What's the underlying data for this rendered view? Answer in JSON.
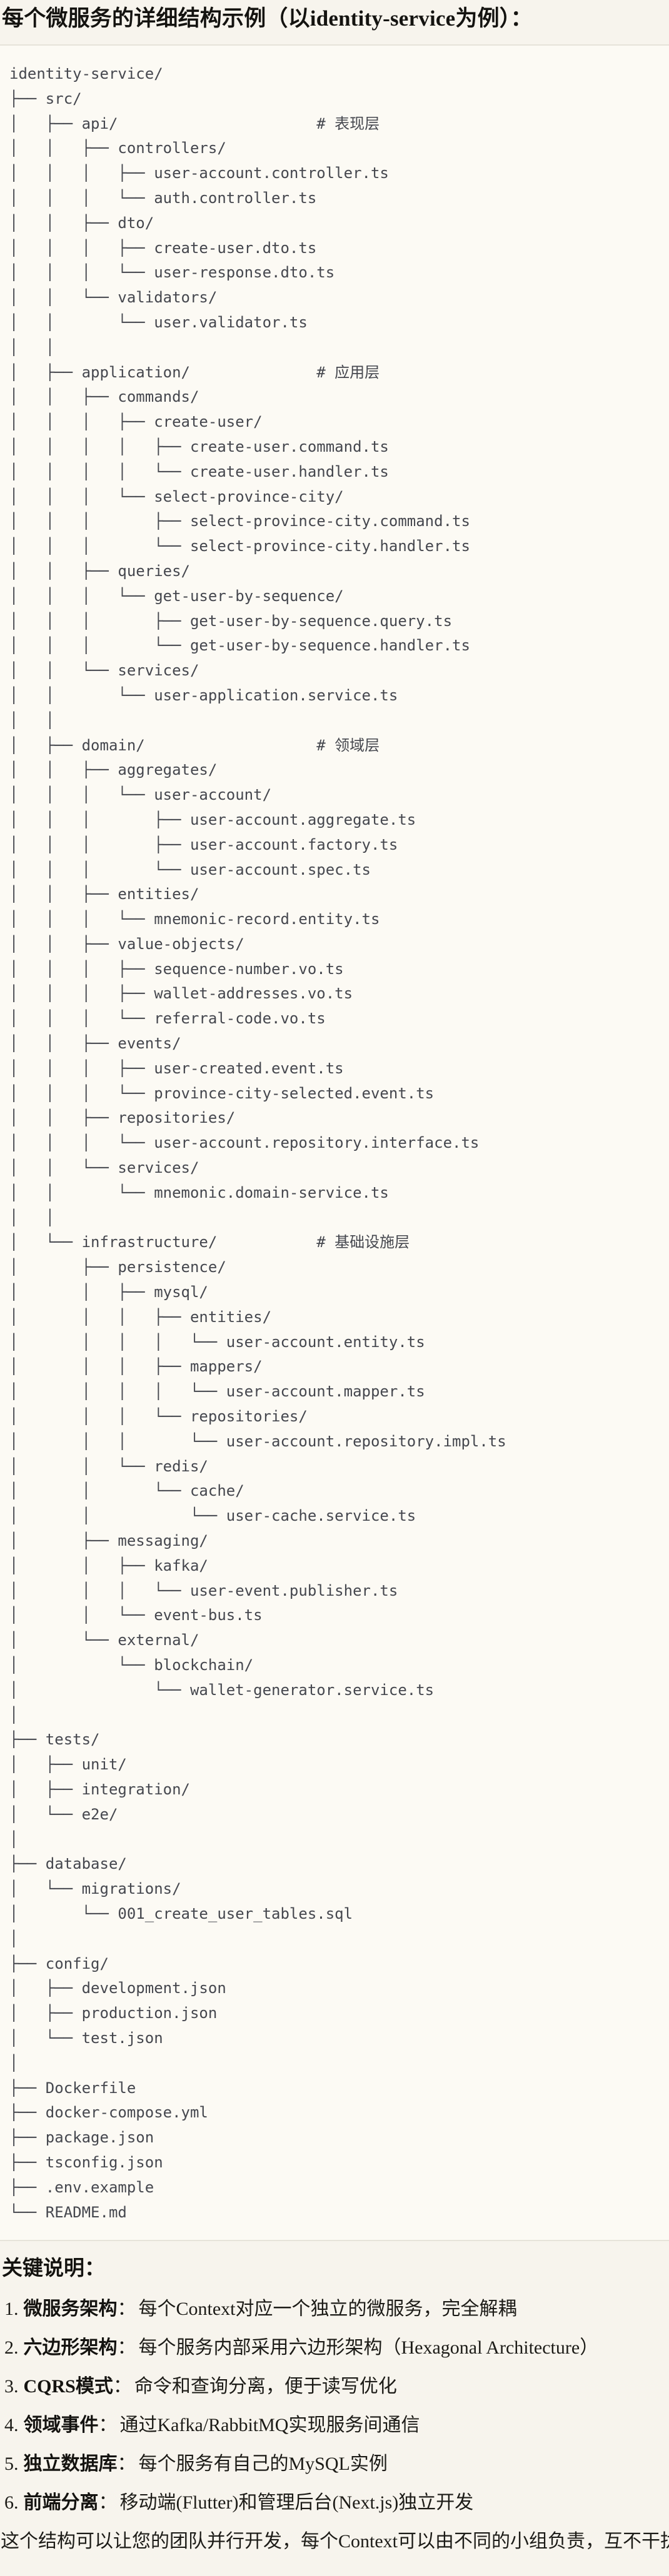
{
  "title": "每个微服务的详细结构示例（以identity-service为例）：",
  "colors": {
    "page_bg": "#f7f4ed",
    "code_bg": "#fcfaf4",
    "code_border": "#e6e3d9",
    "code_text": "#45474e",
    "body_text": "#1c1b17"
  },
  "code_block": {
    "tree_lines": [
      "identity-service/",
      "├── src/",
      "│   ├── api/                      # 表现层",
      "│   │   ├── controllers/",
      "│   │   │   ├── user-account.controller.ts",
      "│   │   │   └── auth.controller.ts",
      "│   │   ├── dto/",
      "│   │   │   ├── create-user.dto.ts",
      "│   │   │   └── user-response.dto.ts",
      "│   │   └── validators/",
      "│   │       └── user.validator.ts",
      "│   │",
      "│   ├── application/              # 应用层",
      "│   │   ├── commands/",
      "│   │   │   ├── create-user/",
      "│   │   │   │   ├── create-user.command.ts",
      "│   │   │   │   └── create-user.handler.ts",
      "│   │   │   └── select-province-city/",
      "│   │   │       ├── select-province-city.command.ts",
      "│   │   │       └── select-province-city.handler.ts",
      "│   │   ├── queries/",
      "│   │   │   └── get-user-by-sequence/",
      "│   │   │       ├── get-user-by-sequence.query.ts",
      "│   │   │       └── get-user-by-sequence.handler.ts",
      "│   │   └── services/",
      "│   │       └── user-application.service.ts",
      "│   │",
      "│   ├── domain/                   # 领域层",
      "│   │   ├── aggregates/",
      "│   │   │   └── user-account/",
      "│   │   │       ├── user-account.aggregate.ts",
      "│   │   │       ├── user-account.factory.ts",
      "│   │   │       └── user-account.spec.ts",
      "│   │   ├── entities/",
      "│   │   │   └── mnemonic-record.entity.ts",
      "│   │   ├── value-objects/",
      "│   │   │   ├── sequence-number.vo.ts",
      "│   │   │   ├── wallet-addresses.vo.ts",
      "│   │   │   └── referral-code.vo.ts",
      "│   │   ├── events/",
      "│   │   │   ├── user-created.event.ts",
      "│   │   │   └── province-city-selected.event.ts",
      "│   │   ├── repositories/",
      "│   │   │   └── user-account.repository.interface.ts",
      "│   │   └── services/",
      "│   │       └── mnemonic.domain-service.ts",
      "│   │",
      "│   └── infrastructure/           # 基础设施层",
      "│       ├── persistence/",
      "│       │   ├── mysql/",
      "│       │   │   ├── entities/",
      "│       │   │   │   └── user-account.entity.ts",
      "│       │   │   ├── mappers/",
      "│       │   │   │   └── user-account.mapper.ts",
      "│       │   │   └── repositories/",
      "│       │   │       └── user-account.repository.impl.ts",
      "│       │   └── redis/",
      "│       │       └── cache/",
      "│       │           └── user-cache.service.ts",
      "│       ├── messaging/",
      "│       │   ├── kafka/",
      "│       │   │   └── user-event.publisher.ts",
      "│       │   └── event-bus.ts",
      "│       └── external/",
      "│           └── blockchain/",
      "│               └── wallet-generator.service.ts",
      "│",
      "├── tests/",
      "│   ├── unit/",
      "│   ├── integration/",
      "│   └── e2e/",
      "│",
      "├── database/",
      "│   └── migrations/",
      "│       └── 001_create_user_tables.sql",
      "│",
      "├── config/",
      "│   ├── development.json",
      "│   ├── production.json",
      "│   └── test.json",
      "│",
      "├── Dockerfile",
      "├── docker-compose.yml",
      "├── package.json",
      "├── tsconfig.json",
      "├── .env.example",
      "└── README.md"
    ]
  },
  "notes": {
    "heading": "关键说明：",
    "items": [
      {
        "num": "1.",
        "term": "微服务架构",
        "colon": "：",
        "desc": "每个Context对应一个独立的微服务，完全解耦"
      },
      {
        "num": "2.",
        "term": "六边形架构",
        "colon": "：",
        "desc": "每个服务内部采用六边形架构（Hexagonal Architecture）"
      },
      {
        "num": "3.",
        "term": "CQRS模式",
        "colon": "：",
        "desc": "命令和查询分离，便于读写优化"
      },
      {
        "num": "4.",
        "term": "领域事件",
        "colon": "：",
        "desc": "通过Kafka/RabbitMQ实现服务间通信"
      },
      {
        "num": "5.",
        "term": "独立数据库",
        "colon": "：",
        "desc": "每个服务有自己的MySQL实例"
      },
      {
        "num": "6.",
        "term": "前端分离",
        "colon": "：",
        "desc": "移动端(Flutter)和管理后台(Next.js)独立开发"
      }
    ]
  },
  "footer": "这个结构可以让您的团队并行开发，每个Context可以由不同的小组负责，互不干扰。"
}
